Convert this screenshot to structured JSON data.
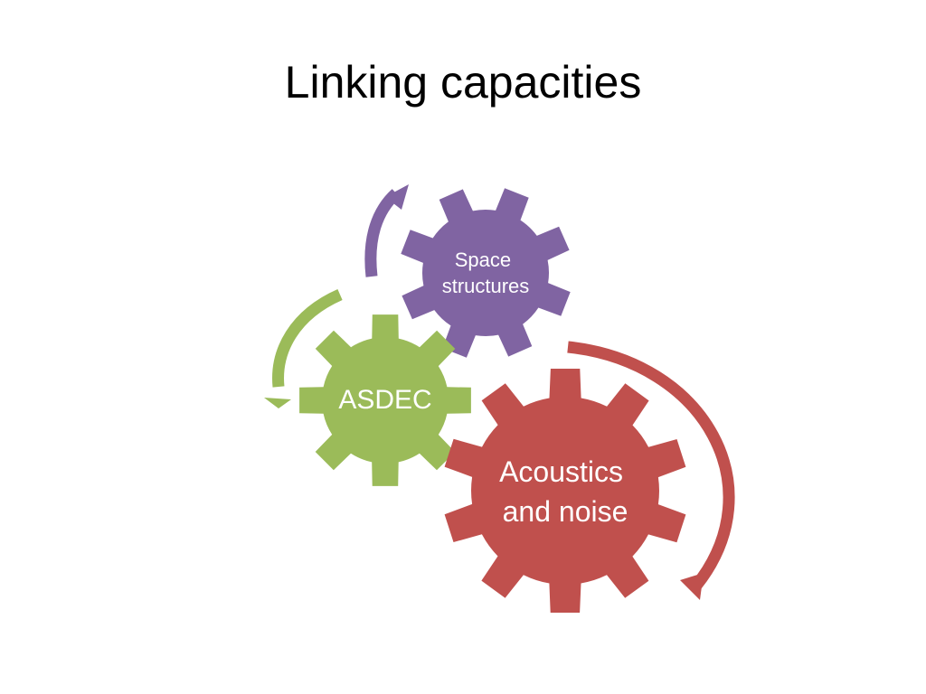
{
  "slide": {
    "title": "Linking capacities"
  },
  "gears": {
    "space": {
      "lines": [
        "Space",
        "structures"
      ],
      "color": "#8064A2"
    },
    "asdec": {
      "lines": [
        "ASDEC"
      ],
      "color": "#9BBB59"
    },
    "acoustics": {
      "lines": [
        "Acoustics",
        "and noise"
      ],
      "color": "#C0504D"
    }
  },
  "arrows": {
    "purple": {
      "color": "#8064A2"
    },
    "green": {
      "color": "#9BBB59"
    },
    "red": {
      "color": "#C0504D"
    }
  }
}
